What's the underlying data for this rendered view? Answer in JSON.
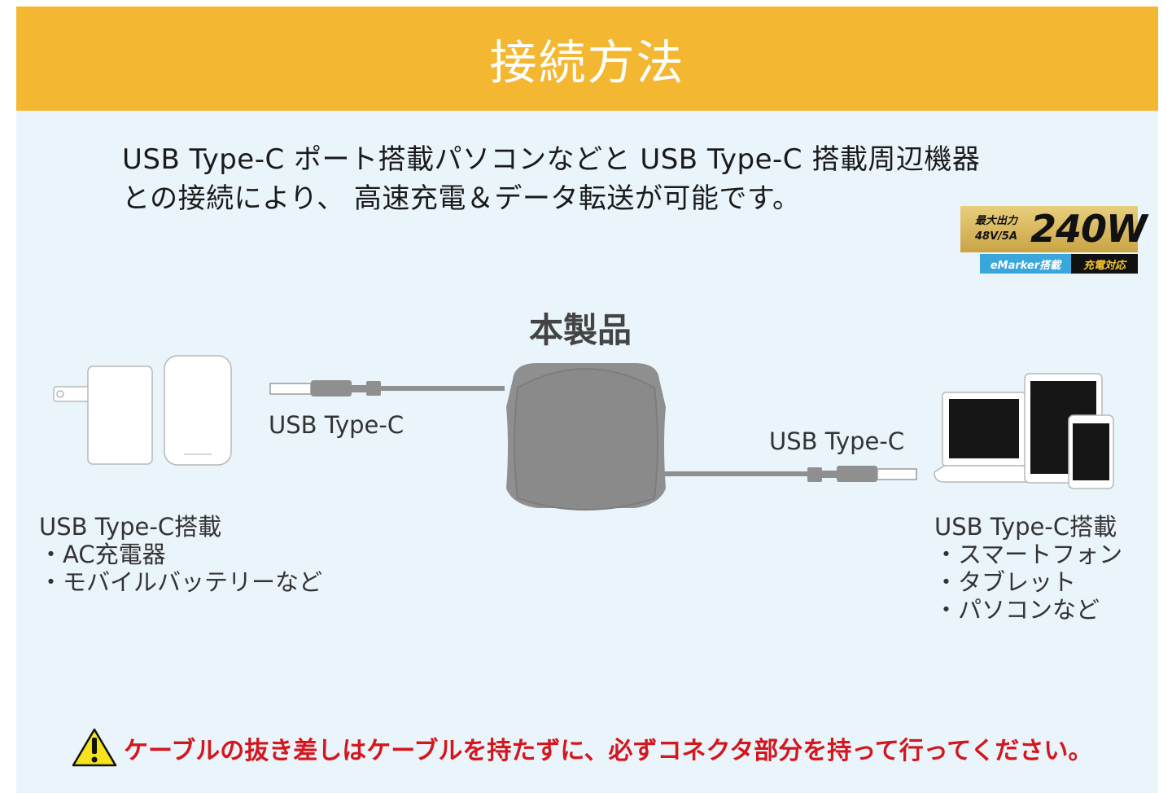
{
  "header": {
    "title": "接続方法"
  },
  "intro": {
    "line1": "USB Type-C ポート搭載パソコンなどと USB Type-C 搭載周辺機器",
    "line2": "との接続により、 高速充電＆データ転送が可能です。"
  },
  "badge": {
    "small_line1": "最大出力",
    "small_line2": "48V/5A",
    "big": "240W",
    "left": "eMarker搭載",
    "right": "充電対応"
  },
  "product_label": "本製品",
  "cable_labels": {
    "left": "USB Type-C",
    "right": "USB Type-C"
  },
  "left_devices": {
    "title": "USB Type-C搭載",
    "items": [
      "・AC充電器",
      "・モバイルバッテリーなど"
    ]
  },
  "right_devices": {
    "title": "USB Type-C搭載",
    "items": [
      "・スマートフォン",
      "・タブレット",
      "・パソコンなど"
    ]
  },
  "warning": {
    "icon": "warning-triangle-icon",
    "text": "ケーブルの抜き差しはケーブルを持たずに、必ずコネクタ部分を持って行ってください。"
  },
  "colors": {
    "header": "#f4b731",
    "panel": "#eaf4fb",
    "warning_text": "#d4161d",
    "product_gray": "#8f8f8f"
  }
}
